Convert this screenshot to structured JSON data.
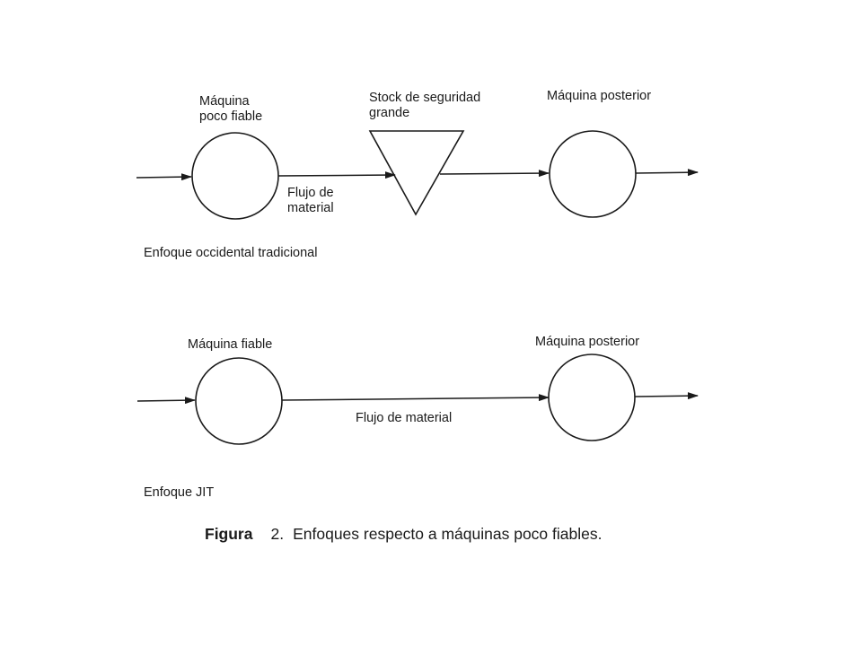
{
  "top": {
    "machine_label": [
      "Máquina",
      "poco fiable"
    ],
    "stock_label": [
      "Stock de seguridad",
      "grande"
    ],
    "flow_label": [
      "Flujo de",
      "material"
    ],
    "posterior_label": "Máquina posterior",
    "section_label": "Enfoque occidental tradicional"
  },
  "bottom": {
    "machine_label": "Máquina fiable",
    "flow_label": "Flujo de material",
    "posterior_label": "Máquina posterior",
    "section_label": "Enfoque JIT"
  },
  "caption": {
    "figure_word": "Figura",
    "figure_number": "2.",
    "text": "Enfoques respecto a máquinas poco fiables."
  }
}
